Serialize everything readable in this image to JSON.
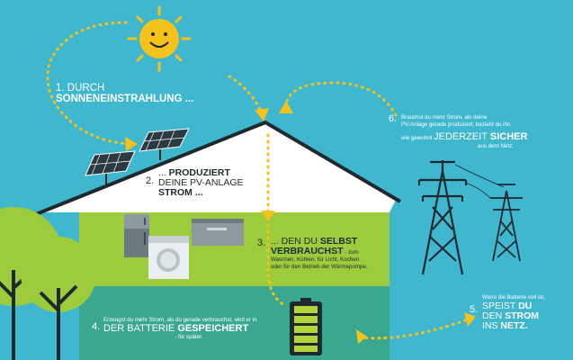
{
  "colors": {
    "sky": "#3fb7cf",
    "roof": "#ffffff",
    "wall_green": "#9ccc3c",
    "floor_teal": "#3aa890",
    "sun": "#f4c21b",
    "arrow": "#f4c21b",
    "dark": "#1f2a2e"
  },
  "step1": {
    "num": "1.",
    "line1": "DURCH",
    "line2": "SONNENEINSTRAHLUNG ..."
  },
  "step2": {
    "num": "2.",
    "line1_pre": "... ",
    "line1_bold": "PRODUZIERT",
    "line2": "DEINE PV-ANLAGE",
    "line3": "STROM ..."
  },
  "step3": {
    "num": "3.",
    "line1_pre": "... DEN DU ",
    "line1_bold": "SELBST",
    "line2": "VERBRAUCHST",
    "line2_small": " - zum",
    "line3": "Waschen, Kühlen, für Licht, Kochen",
    "line4": "oder für den Betrieb der Wärmepumpe."
  },
  "step4": {
    "num": "4.",
    "small1": "Erzeugst du mehr Strom, als du gerade verbrauchst, wird er in",
    "big_pre": "DER BATTERIE ",
    "big_bold": "GESPEICHERT",
    "small2": "- für später."
  },
  "step5": {
    "num": "5.",
    "small": "Wenn die Batterie voll ist,",
    "line1": "SPEIST ",
    "line1_bold": "DU",
    "line2": "DEN ",
    "line2_bold": "STROM",
    "line3": "INS ",
    "line3_bold": "NETZ."
  },
  "step6": {
    "num": "6.",
    "line1": "Brauchst du mehr Strom, als deine",
    "line2": "PV-Anlage gerade produziert, bezieht du ihn",
    "line3_pre": "wie gewohnt ",
    "line3_big": "JEDERZEIT ",
    "line3_bold": "SICHER",
    "line4": "aus dem Netz."
  },
  "battery": {
    "level": 0.85
  }
}
